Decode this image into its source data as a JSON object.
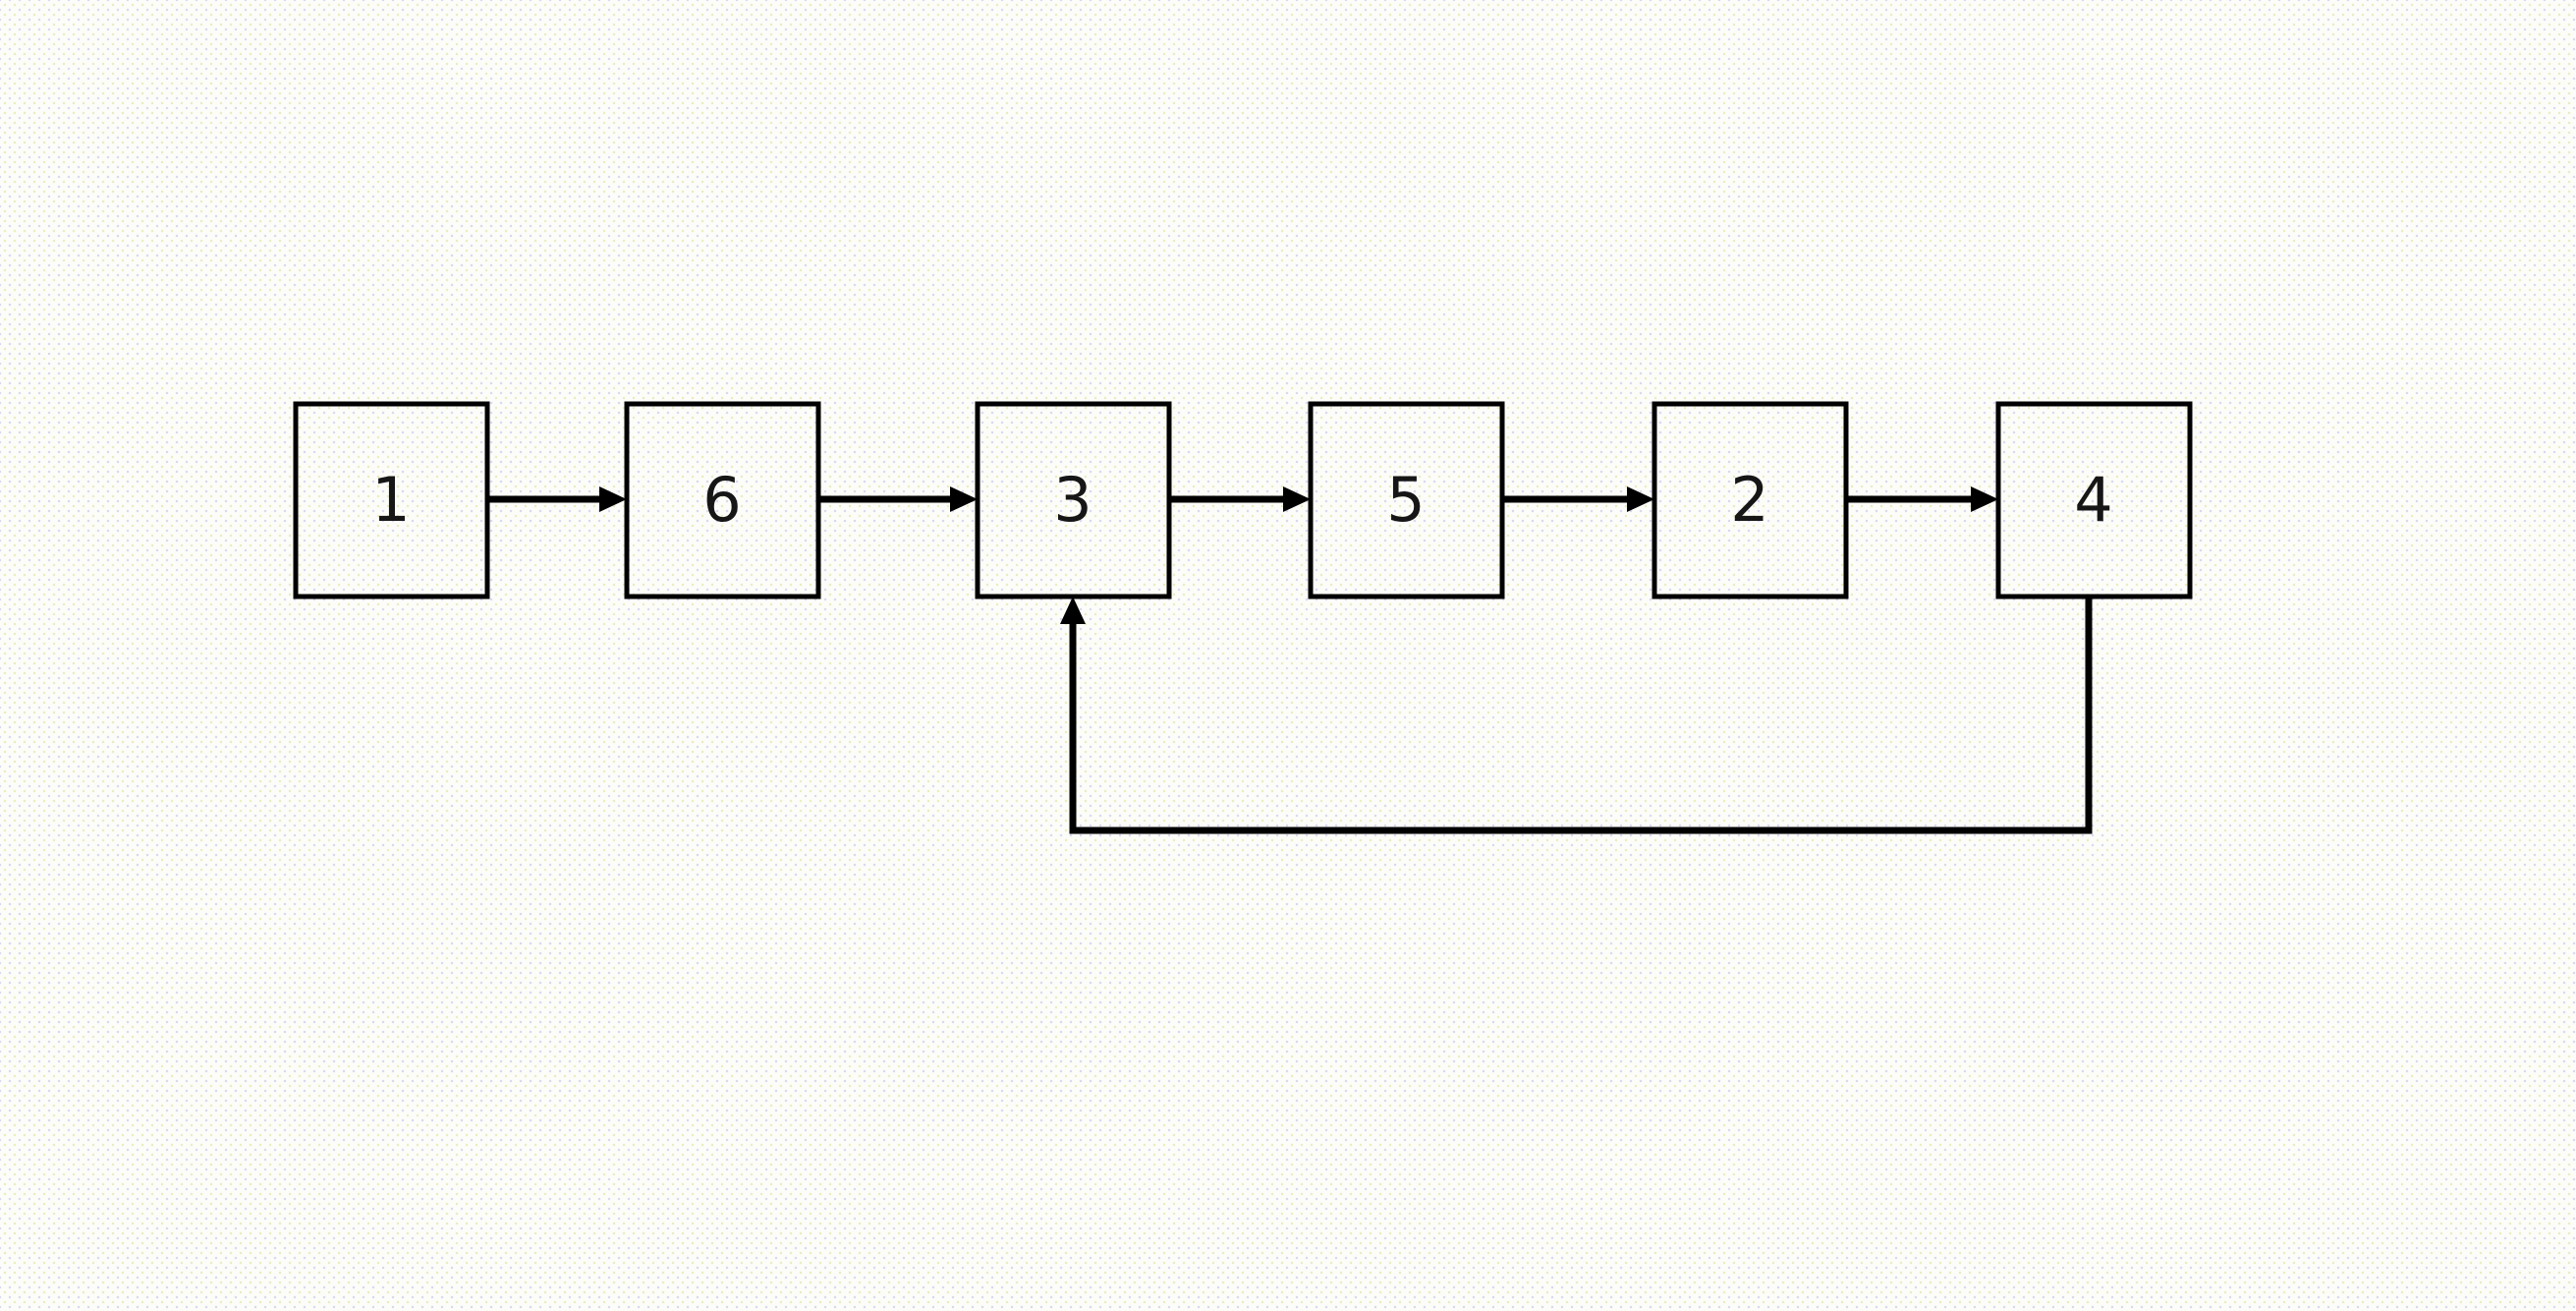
{
  "diagram": {
    "title": "flow-sequence-diagram",
    "nodes": [
      {
        "label": "1"
      },
      {
        "label": "6"
      },
      {
        "label": "3"
      },
      {
        "label": "5"
      },
      {
        "label": "2"
      },
      {
        "label": "4"
      }
    ],
    "edges": [
      {
        "from": "1",
        "to": "6",
        "type": "forward"
      },
      {
        "from": "6",
        "to": "3",
        "type": "forward"
      },
      {
        "from": "3",
        "to": "5",
        "type": "forward"
      },
      {
        "from": "5",
        "to": "2",
        "type": "forward"
      },
      {
        "from": "2",
        "to": "4",
        "type": "forward"
      },
      {
        "from": "4",
        "to": "3",
        "type": "feedback-loop"
      }
    ],
    "flow_sequence": "1 → 6 → 3 → 5 → 2 → 4 → (back to 3)",
    "colors": {
      "line": "#000000",
      "label": "#161616",
      "background": "#fcfcf9",
      "dot_yellow": "#ececc2",
      "dot_lavender": "#d9d9ef"
    }
  }
}
